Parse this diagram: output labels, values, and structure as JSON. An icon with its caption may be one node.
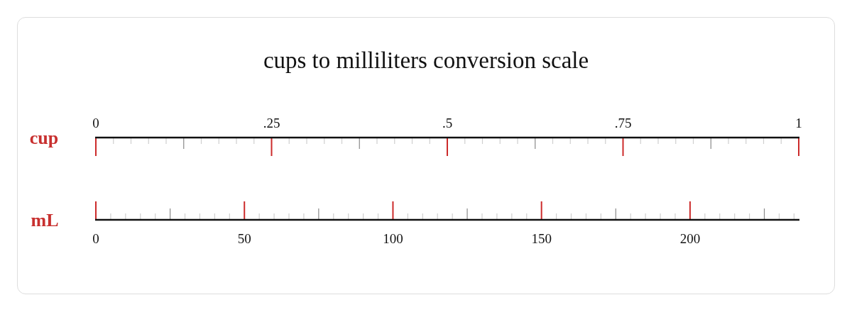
{
  "diagram": {
    "title": "cups to milliliters conversion scale",
    "labels": [
      "0",
      ".25",
      ".5",
      ".75",
      "1",
      "cup",
      "mL",
      "0",
      "50",
      "100",
      "150",
      "200"
    ]
  }
}
